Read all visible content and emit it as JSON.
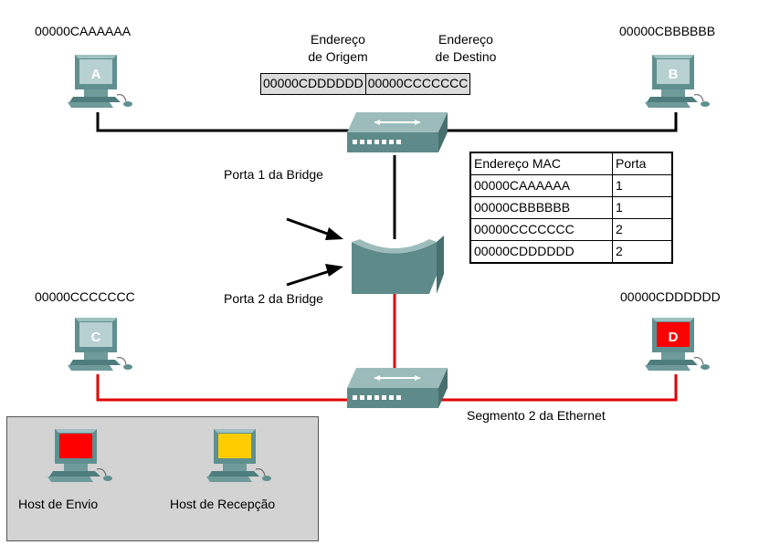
{
  "hosts": {
    "a": {
      "mac": "00000CAAAAAA",
      "letter": "A"
    },
    "b": {
      "mac": "00000CBBBBBB",
      "letter": "B"
    },
    "c": {
      "mac": "00000CCCCCCC",
      "letter": "C"
    },
    "d": {
      "mac": "00000CDDDDDD",
      "letter": "D"
    }
  },
  "frame": {
    "source_label_line1": "Endereço",
    "source_label_line2": "de Origem",
    "dest_label_line1": "Endereço",
    "dest_label_line2": "de Destino",
    "source_value": "00000CDDDDDD",
    "dest_value": "00000CCCCCCC"
  },
  "bridge": {
    "port1_label": "Porta 1 da Bridge",
    "port2_label": "Porta 2 da Bridge"
  },
  "segment_label": "Segmento 2 da Ethernet",
  "mac_table": {
    "headers": [
      "Endereço MAC",
      "Porta"
    ],
    "rows": [
      [
        "00000CAAAAAA",
        "1"
      ],
      [
        "00000CBBBBBB",
        "1"
      ],
      [
        "00000CCCCCCC",
        "2"
      ],
      [
        "00000CDDDDDD",
        "2"
      ]
    ]
  },
  "legend": {
    "sending_label": "Host de Envio",
    "receiving_label": "Host de Recepção"
  },
  "colors": {
    "segment1_line": "#000000",
    "segment2_line": "#e00000",
    "sending_host": "#ff0000",
    "receiving_host": "#ffcc00",
    "computer_body": "#6e9a9a",
    "computer_screen": "#b7d0d0"
  }
}
